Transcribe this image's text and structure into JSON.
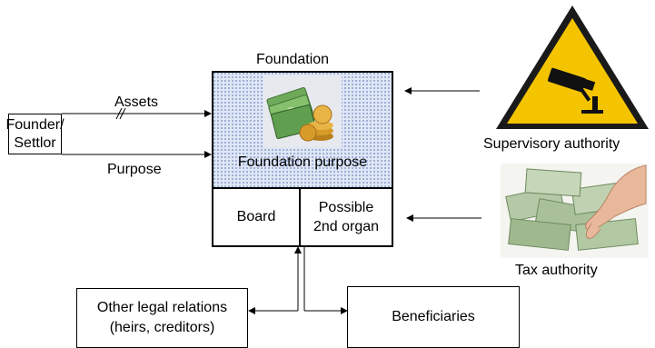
{
  "foundation": {
    "title": "Foundation",
    "purpose_label": "Foundation purpose",
    "board_label": "Board",
    "organ_line1": "Possible",
    "organ_line2": "2nd organ"
  },
  "founder": {
    "line1": "Founder/",
    "line2": "Settlor"
  },
  "flows": {
    "assets": "Assets",
    "purpose": "Purpose"
  },
  "supervisory": {
    "label": "Supervisory authority",
    "icon": "cctv-warning-sign"
  },
  "tax": {
    "label": "Tax authority",
    "icon": "hand-on-money"
  },
  "other_relations": {
    "line1": "Other legal relations",
    "line2": "(heirs, creditors)"
  },
  "beneficiaries": {
    "label": "Beneficiaries"
  },
  "colors": {
    "pattern_blue": "#8aa0cf",
    "warning_yellow": "#f5c400",
    "money_green": "#5f9f4f",
    "coin_gold": "#d79b2a"
  }
}
